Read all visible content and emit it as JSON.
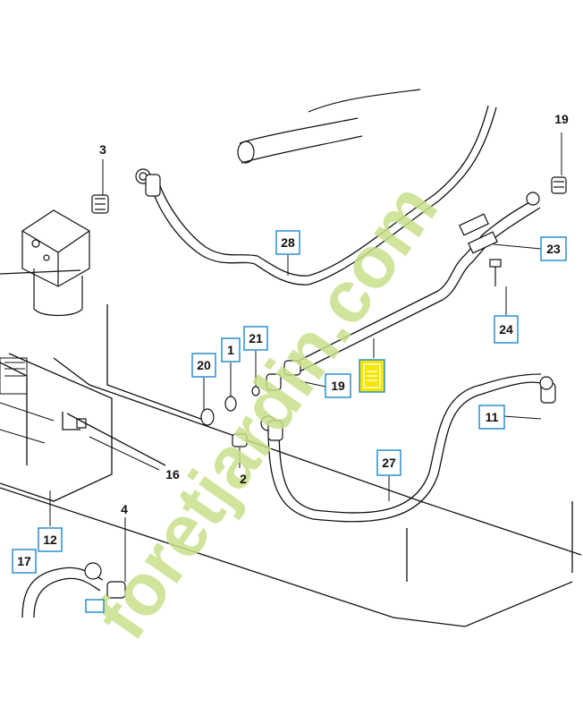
{
  "watermark": {
    "text": "foretjardin.com",
    "color": "#c8e08a",
    "color_dark": "#bfb7a6"
  },
  "colors": {
    "box_stroke": "#2a8fd0",
    "highlight_fill": "#f6e600",
    "line": "#111111"
  },
  "callouts": {
    "c1": "1",
    "c2": "2",
    "c3": "3",
    "c4": "4",
    "c11": "11",
    "c12": "12",
    "c16": "16",
    "c17": "17",
    "c19a": "19",
    "c19b": "19",
    "c20": "20",
    "c21": "21",
    "c23": "23",
    "c24": "24",
    "c27": "27",
    "c28": "28"
  }
}
